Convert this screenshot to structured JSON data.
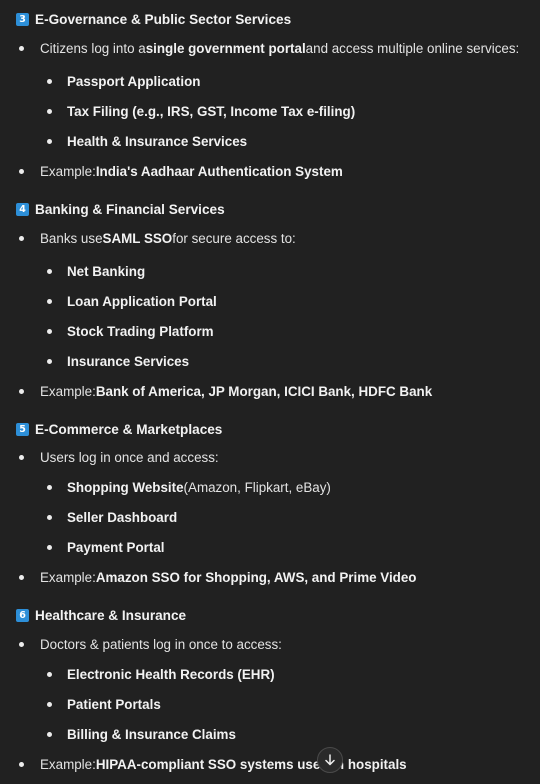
{
  "sections": [
    {
      "badge": "3",
      "title": "E-Governance & Public Sector Services",
      "intro": {
        "pre": "Citizens log into a ",
        "bold": "single government portal",
        "post": " and access multiple online services:"
      },
      "items": [
        {
          "bold": "Passport Application",
          "rest": ""
        },
        {
          "bold": "Tax Filing (e.g., IRS, GST, Income Tax e-filing)",
          "rest": ""
        },
        {
          "bold": "Health & Insurance Services",
          "rest": ""
        }
      ],
      "example": {
        "label": "Example: ",
        "text": "India's Aadhaar Authentication System"
      }
    },
    {
      "badge": "4",
      "title": "Banking & Financial Services",
      "intro": {
        "pre": "Banks use ",
        "bold": "SAML SSO",
        "post": " for secure access to:"
      },
      "items": [
        {
          "bold": "Net Banking",
          "rest": ""
        },
        {
          "bold": "Loan Application Portal",
          "rest": ""
        },
        {
          "bold": "Stock Trading Platform",
          "rest": ""
        },
        {
          "bold": "Insurance Services",
          "rest": ""
        }
      ],
      "example": {
        "label": "Example: ",
        "text": "Bank of America, JP Morgan, ICICI Bank, HDFC Bank"
      }
    },
    {
      "badge": "5",
      "title": "E-Commerce & Marketplaces",
      "intro": {
        "pre": "Users log in once and access:",
        "bold": "",
        "post": ""
      },
      "items": [
        {
          "bold": "Shopping Website",
          "rest": " (Amazon, Flipkart, eBay)"
        },
        {
          "bold": "Seller Dashboard",
          "rest": ""
        },
        {
          "bold": "Payment Portal",
          "rest": ""
        }
      ],
      "example": {
        "label": "Example: ",
        "text": "Amazon SSO for Shopping, AWS, and Prime Video"
      }
    },
    {
      "badge": "6",
      "title": "Healthcare & Insurance",
      "intro": {
        "pre": "Doctors & patients log in once to access:",
        "bold": "",
        "post": ""
      },
      "items": [
        {
          "bold": "Electronic Health Records (EHR)",
          "rest": ""
        },
        {
          "bold": "Patient Portals",
          "rest": ""
        },
        {
          "bold": "Billing & Insurance Claims",
          "rest": ""
        }
      ],
      "example": {
        "label": "Example: ",
        "text": "HIPAA-compliant SSO systems used in hospitals"
      }
    }
  ],
  "scroll_button": {
    "icon": "arrow-down-icon"
  }
}
